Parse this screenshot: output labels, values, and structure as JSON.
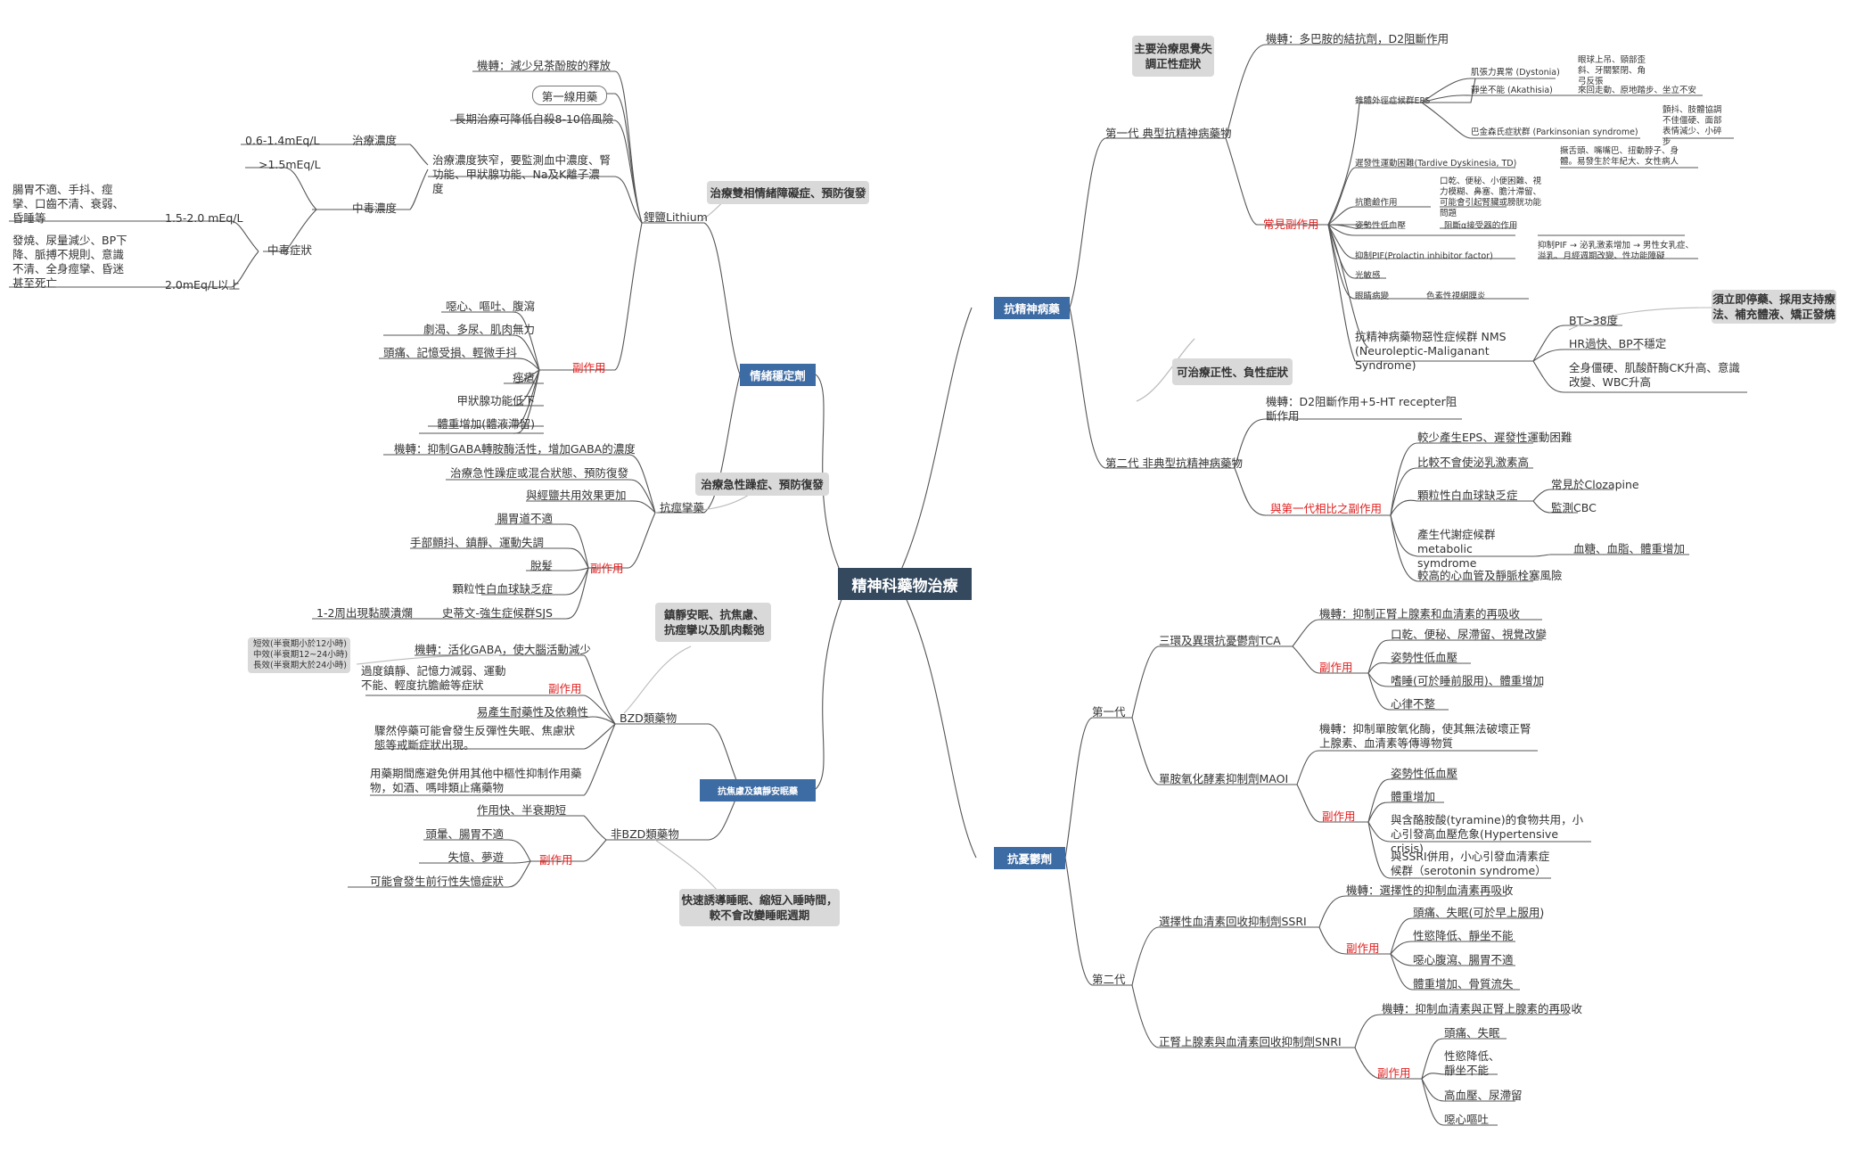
{
  "central": "精神科藥物治療",
  "antipsychotic": {
    "title": "抗精神病藥",
    "gen1": {
      "label": "第一代 典型抗精神病藥物",
      "note": "主要治療思覺失調正性症狀",
      "mechanism": "機轉：多巴胺的結抗劑，D2阻斷作用",
      "se_label": "常見副作用",
      "eps": {
        "label": "錐體外徑症候群EPS",
        "dystonia": "肌張力異常 (Dystonia)",
        "dystonia_desc": "眼球上吊、頸部歪斜、牙關緊閉、角弓反張",
        "akathisia": "靜坐不能 (Akathisia)",
        "akathisia_desc": "來回走動、原地踏步、坐立不安",
        "parkinson": "巴金森氏症狀群 (Parkinsonian syndrome)",
        "parkinson_desc": "顫抖、肢體協調不佳僵硬、面部表情減少、小碎步"
      },
      "td": "遲發性運動困難(Tardive Dyskinesia, TD)",
      "td_desc": "撅舌頭、嘴嘴巴、扭動脖子、身體。易發生於年紀大、女性病人",
      "anticholinergic": "抗膽鹼作用",
      "anticholinergic_desc": "口乾、便秘、小便困難、視力模糊、鼻塞、膽汁滯留、可能會引起腎臟或膀胱功能問題",
      "hypotension": "姿勢性低血壓",
      "hypotension_desc": "阻斷α接受器的作用",
      "pif": "抑制PIF(Prolactin inhibitor factor)",
      "pif_desc": "抑制PIF → 泌乳激素增加 → 男性女乳症、溢乳、月經週期改變、性功能障礙",
      "photosensitive": "光敏感",
      "retina": "眼睛病變",
      "retina_desc": "色素性視網膜炎",
      "nms": "抗精神病藥物惡性症候群 NMS (Neuroleptic-Maliganant Syndrome)",
      "nms_note": "須立即停藥、採用支持療法、補充體液、矯正發燒",
      "nms_items": [
        "BT>38度",
        "HR過快、BP不穩定",
        "全身僵硬、肌酸酐酶CK升高、意識改變、WBC升高"
      ]
    },
    "gen2": {
      "label": "第二代 非典型抗精神病藥物",
      "note": "可治療正性、負性症狀",
      "mechanism": "機轉：D2阻斷作用+5-HT recepter阻斷作用",
      "se_label": "與第一代相比之副作用",
      "items": [
        "較少產生EPS、遲發性運動困難",
        "比較不會使泌乳激素高",
        "顆粒性白血球缺乏症",
        "產生代謝症候群 metabolic symdrome",
        "較高的心血管及靜脈栓塞風險"
      ],
      "agranulocytosis_sub": [
        "常見於Clozapine",
        "監測CBC"
      ],
      "metabolic_sub": "血糖、血脂、體重增加"
    }
  },
  "antidepressant": {
    "title": "抗憂鬱劑",
    "gen1": "第一代",
    "gen2": "第二代",
    "tca": {
      "label": "三環及異環抗憂鬱劑TCA",
      "mechanism": "機轉：抑制正腎上腺素和血清素的再吸收",
      "se_label": "副作用",
      "items": [
        "口乾、便秘、尿滯留、視覺改變",
        "姿勢性低血壓",
        "嗜睡(可於睡前服用)、體重增加",
        "心律不整"
      ]
    },
    "maoi": {
      "label": "單胺氧化酵素抑制劑MAOI",
      "mechanism": "機轉：抑制單胺氧化酶，使其無法破壞正腎上腺素、血清素等傳導物質",
      "se_label": "副作用",
      "items": [
        "姿勢性低血壓",
        "體重增加",
        "與含酪胺酸(tyramine)的食物共用，小心引發高血壓危象(Hypertensive crisis)",
        "與SSRI併用，小心引發血清素症候群（serotonin syndrome）"
      ]
    },
    "ssri": {
      "label": "選擇性血清素回收抑制劑SSRI",
      "mechanism": "機轉：選擇性的抑制血清素再吸收",
      "se_label": "副作用",
      "items": [
        "頭痛、失眠(可於早上服用)",
        "性慾降低、靜坐不能",
        "噁心腹瀉、腸胃不適",
        "體重增加、骨質流失"
      ]
    },
    "snri": {
      "label": "正腎上腺素與血清素回收抑制劑SNRI",
      "mechanism": "機轉：抑制血清素與正腎上腺素的再吸收",
      "se_label": "副作用",
      "items": [
        "頭痛、失眠",
        "性慾降低、靜坐不能",
        "高血壓、尿滯留",
        "噁心嘔吐"
      ]
    }
  },
  "mood": {
    "title": "情緒穩定劑",
    "lithium": {
      "label": "鋰鹽Lithium",
      "note": "治療雙相情緒障礙症、預防復發",
      "mechanism": "機轉：減少兒茶酚胺的釋放",
      "first_line": "第一線用藥",
      "suicide": "長期治療可降低自殺8-10倍風險",
      "monitor": "治療濃度狹窄，要監測血中濃度、腎功能、甲狀腺功能、Na及K離子濃度",
      "therapeutic": "治療濃度",
      "therapeutic_value": "0.6-1.4mEq/L",
      "toxic": "中毒濃度",
      "toxic_value": ">1.5mEq/L",
      "toxic_sx": "中毒症狀",
      "toxic_1": "1.5-2.0 mEq/L",
      "toxic_1_desc": "腸胃不適、手抖、痙攣、口齒不清、衰弱、昏睡等",
      "toxic_2": "2.0mEq/L以上",
      "toxic_2_desc": "發燒、尿量減少、BP下降、脈搏不規則、意識不清、全身痙攣、昏迷甚至死亡",
      "se_label": "副作用",
      "se_items": [
        "噁心、嘔吐、腹瀉",
        "劇渴、多尿、肌肉無力",
        "頭痛、記憶受損、輕微手抖",
        "痤瘡",
        "甲狀腺功能低下",
        "體重增加(體液滯留)"
      ]
    },
    "anticonvulsant": {
      "label": "抗痙攣藥",
      "note": "治療急性躁症、預防復發",
      "mechanism": "機轉：抑制GABA轉胺酶活性，增加GABA的濃度",
      "use1": "治療急性躁症或混合狀態、預防復發",
      "use2": "與經鹽共用效果更加",
      "se_label": "副作用",
      "se_items": [
        "腸胃道不適",
        "手部顫抖、鎮靜、運動失調",
        "脫髮",
        "顆粒性白血球缺乏症",
        "史蒂文-強生症候群SJS"
      ],
      "sjs_time": "1-2周出現黏膜潰爛"
    }
  },
  "anxiolytic": {
    "title": "抗焦慮及鎮靜安眠藥",
    "bzd": {
      "label": "BZD類藥物",
      "note": "鎮靜安眠、抗焦慮、抗痙攣以及肌肉鬆弛",
      "half_life_note": "短效(半衰期小於12小時)\n中效(半衰期12~24小時)\n長效(半衰期大於24小時)",
      "mechanism": "機轉：活化GABA，使大腦活動減少",
      "se_label": "副作用",
      "se_desc": "過度鎮靜、記憶力減弱、運動不能、輕度抗膽鹼等症狀",
      "dependence": "易產生耐藥性及依賴性",
      "withdrawal": "驟然停藥可能會發生反彈性失眠、焦慮狀態等戒斷症狀出現。",
      "caution": "用藥期間應避免併用其他中樞性抑制作用藥物，如酒、嗎啡類止痛藥物"
    },
    "nonbzd": {
      "label": "非BZD類藥物",
      "note": "快速誘導睡眠、縮短入睡時間，較不會改變睡眠週期",
      "onset": "作用快、半衰期短",
      "se_label": "副作用",
      "se_items": [
        "頭暈、腸胃不適",
        "失憶、夢遊",
        "可能會發生前行性失憶症狀"
      ]
    }
  },
  "colors": {
    "central": "#34495e",
    "main": "#3d6ba3",
    "line": "#555555",
    "red": "#e02020",
    "note": "#d9d9d9"
  }
}
